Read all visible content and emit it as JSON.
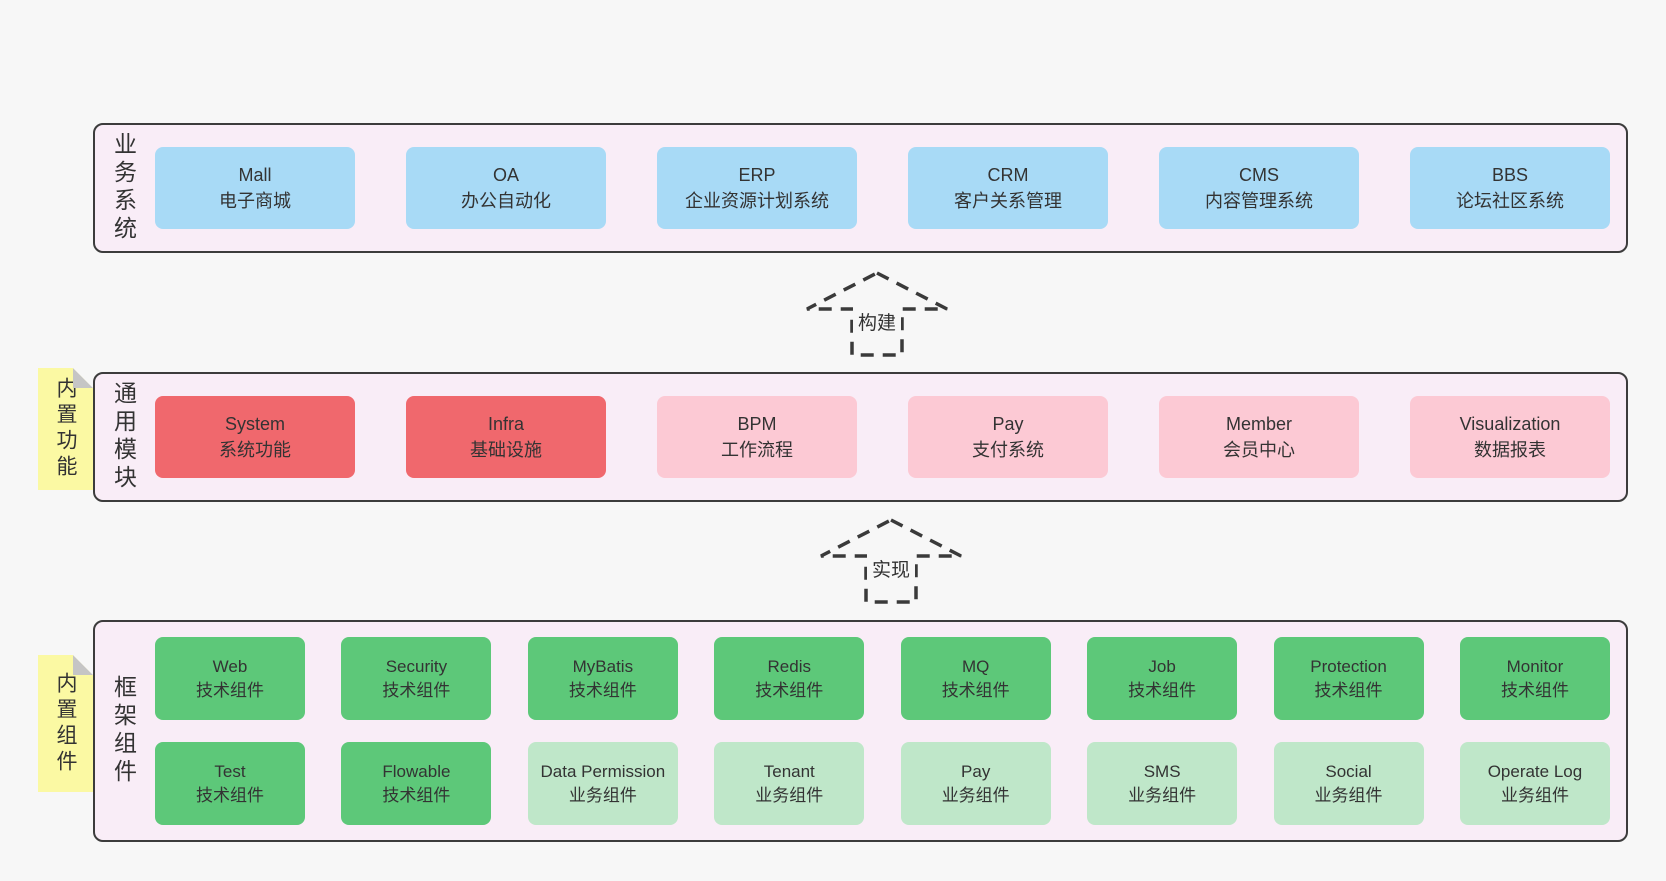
{
  "page": {
    "background": "#f7f7f7",
    "text_color": "#333333"
  },
  "colors": {
    "panel_bg": "#f9edf7",
    "panel_border": "#3c3c3c",
    "blue": "#a8daf6",
    "red": "#f0686d",
    "pink": "#fcc9d4",
    "green": "#5dc879",
    "light_green": "#bfe7c9",
    "tag_bg": "#fbf9a3",
    "tag_fold": "#c5c5c5",
    "arrow_stroke": "#3a3a3a"
  },
  "arrows": [
    {
      "label": "构建"
    },
    {
      "label": "实现"
    }
  ],
  "layers": [
    {
      "name": "business-systems",
      "side_label": "业务系统",
      "tag": null,
      "rows": [
        [
          {
            "title": "Mall",
            "subtitle": "电子商城",
            "color": "blue"
          },
          {
            "title": "OA",
            "subtitle": "办公自动化",
            "color": "blue"
          },
          {
            "title": "ERP",
            "subtitle": "企业资源计划系统",
            "color": "blue"
          },
          {
            "title": "CRM",
            "subtitle": "客户关系管理",
            "color": "blue"
          },
          {
            "title": "CMS",
            "subtitle": "内容管理系统",
            "color": "blue"
          },
          {
            "title": "BBS",
            "subtitle": "论坛社区系统",
            "color": "blue"
          }
        ]
      ]
    },
    {
      "name": "common-modules",
      "side_label": "通用模块",
      "tag": "内置功能",
      "rows": [
        [
          {
            "title": "System",
            "subtitle": "系统功能",
            "color": "red"
          },
          {
            "title": "Infra",
            "subtitle": "基础设施",
            "color": "red"
          },
          {
            "title": "BPM",
            "subtitle": "工作流程",
            "color": "pink"
          },
          {
            "title": "Pay",
            "subtitle": "支付系统",
            "color": "pink"
          },
          {
            "title": "Member",
            "subtitle": "会员中心",
            "color": "pink"
          },
          {
            "title": "Visualization",
            "subtitle": "数据报表",
            "color": "pink"
          }
        ]
      ]
    },
    {
      "name": "framework-components",
      "side_label": "框架组件",
      "tag": "内置组件",
      "rows": [
        [
          {
            "title": "Web",
            "subtitle": "技术组件",
            "color": "green"
          },
          {
            "title": "Security",
            "subtitle": "技术组件",
            "color": "green"
          },
          {
            "title": "MyBatis",
            "subtitle": "技术组件",
            "color": "green"
          },
          {
            "title": "Redis",
            "subtitle": "技术组件",
            "color": "green"
          },
          {
            "title": "MQ",
            "subtitle": "技术组件",
            "color": "green"
          },
          {
            "title": "Job",
            "subtitle": "技术组件",
            "color": "green"
          },
          {
            "title": "Protection",
            "subtitle": "技术组件",
            "color": "green"
          },
          {
            "title": "Monitor",
            "subtitle": "技术组件",
            "color": "green"
          }
        ],
        [
          {
            "title": "Test",
            "subtitle": "技术组件",
            "color": "green"
          },
          {
            "title": "Flowable",
            "subtitle": "技术组件",
            "color": "green"
          },
          {
            "title": "Data Permission",
            "subtitle": "业务组件",
            "color": "light_green"
          },
          {
            "title": "Tenant",
            "subtitle": "业务组件",
            "color": "light_green"
          },
          {
            "title": "Pay",
            "subtitle": "业务组件",
            "color": "light_green"
          },
          {
            "title": "SMS",
            "subtitle": "业务组件",
            "color": "light_green"
          },
          {
            "title": "Social",
            "subtitle": "业务组件",
            "color": "light_green"
          },
          {
            "title": "Operate Log",
            "subtitle": "业务组件",
            "color": "light_green"
          }
        ]
      ]
    }
  ]
}
